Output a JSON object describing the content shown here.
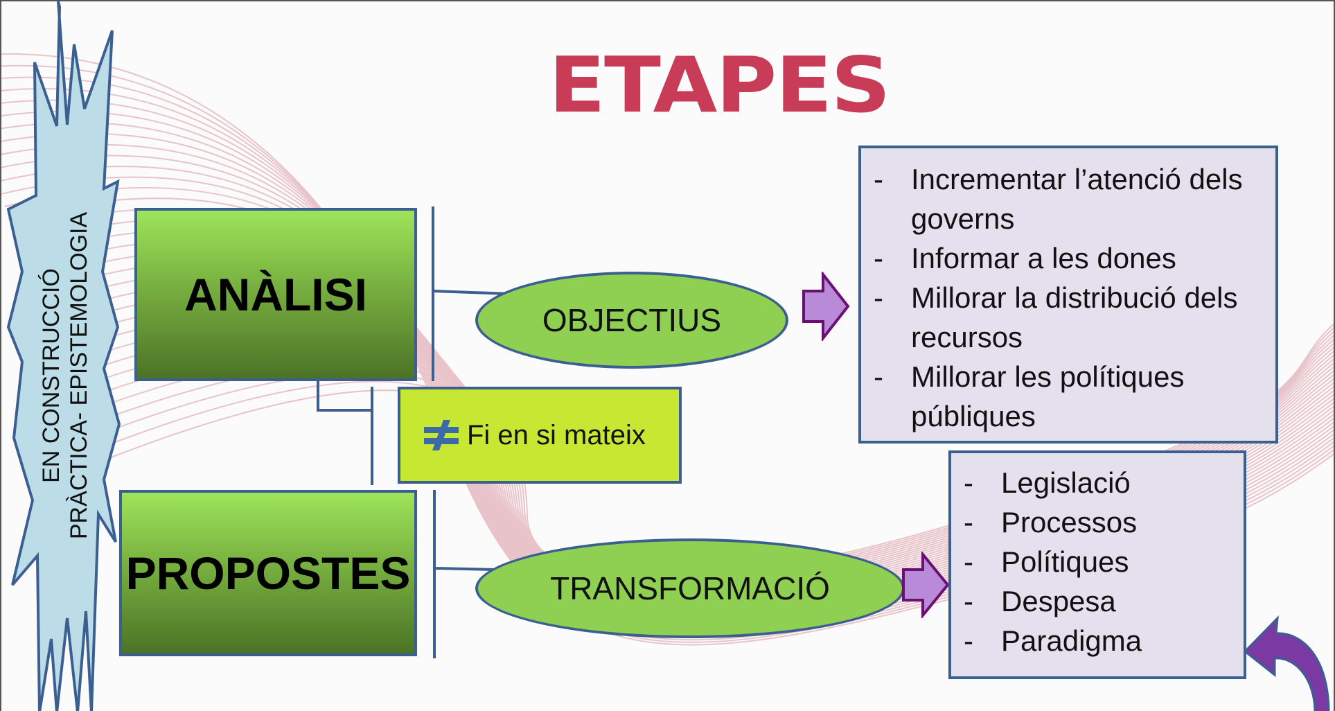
{
  "title": "ETAPES",
  "stages": {
    "analisi": "ANÀLISI",
    "propostes": "PROPOSTES"
  },
  "side_label": {
    "line1": "EN CONSTRUCCIÓ",
    "line2": "PRÀCTICA- EPISTEMOLOGIA"
  },
  "ellipses": {
    "objectius": "OBJECTIUS",
    "transformacio": "TRANSFORMACIÓ"
  },
  "fi_box": {
    "text": "Fi en si mateix",
    "icon": "not-equal-icon"
  },
  "objectius_list": {
    "dash": "-",
    "items": [
      [
        "Incrementar l’atenció dels",
        "governs"
      ],
      [
        "Informar a les dones"
      ],
      [
        "Millorar la distribució dels",
        "recursos"
      ],
      [
        "Millorar les polítiques",
        "públiques"
      ]
    ]
  },
  "transformacio_list": {
    "dash": "-",
    "items": [
      "Legislació",
      "Processos",
      "Polítiques",
      "Despesa",
      "Paradigma"
    ]
  },
  "colors": {
    "title": "#c83c58",
    "stage_top": "#9ee45a",
    "stage_bottom": "#4c7326",
    "ellipse_fill": "#8fd053",
    "outline": "#3c5f92",
    "fi_fill": "#c7e832",
    "list_fill": "#e5e0ee",
    "arrow_fill": "#b98ad8",
    "arrow_stroke": "#6a1070",
    "burst_fill": "#bcdde8",
    "curved_arrow": "#7b3aa3"
  }
}
